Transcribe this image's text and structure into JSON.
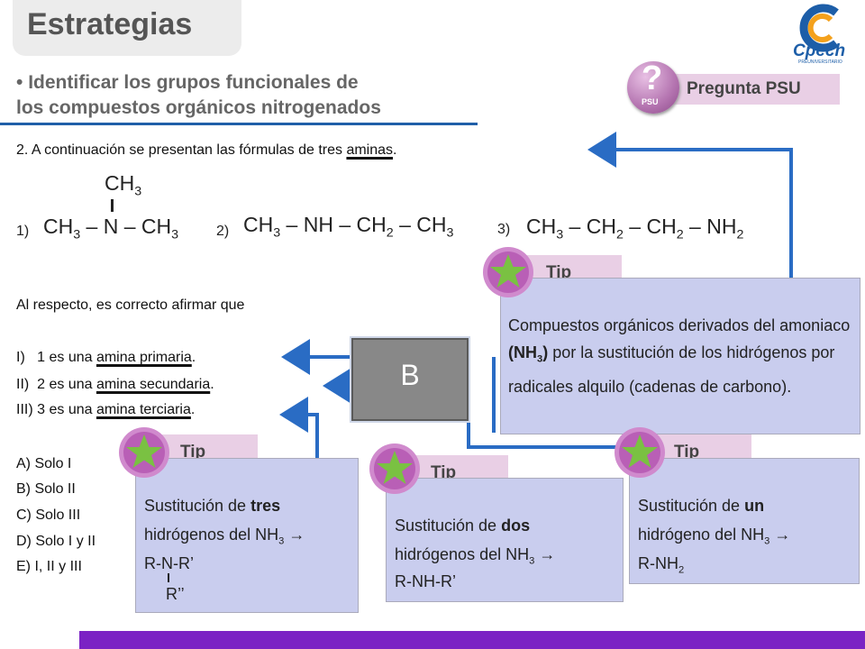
{
  "header": {
    "title": "Estrategias"
  },
  "logo": {
    "name": "Cpech",
    "tagline": "PREUNIVERSITARIO"
  },
  "subtitle": {
    "bullet": "•",
    "line1": "Identificar los grupos funcionales de",
    "line2": "los compuestos orgánicos nitrogenados"
  },
  "psu": {
    "label": "Pregunta PSU",
    "icon_glyph": "?",
    "icon_text": "PSU"
  },
  "question": {
    "text_before": "2. A continuación se presentan las fórmulas de tres ",
    "highlight": "aminas",
    "text_after": "."
  },
  "formulas": {
    "f1_num": "1)",
    "f1_top": "CH",
    "f1_top_sub": "3",
    "f1_main": "CH3 – N – CH3",
    "f2_num": "2)",
    "f3_num": "3)"
  },
  "prompt": "Al respecto, es correcto afirmar que",
  "statements": [
    {
      "num": "I)",
      "pre": "1 es una ",
      "hl": "amina primaria",
      "post": "."
    },
    {
      "num": "II)",
      "pre": "2 es una ",
      "hl": "amina secundaria",
      "post": "."
    },
    {
      "num": "III)",
      "pre": "3 es una ",
      "hl": "amina terciaria",
      "post": "."
    }
  ],
  "options": [
    "A) Solo I",
    "B) Solo II",
    "C) Solo III",
    "D) Solo I y II",
    "E) I, II y III"
  ],
  "answer": "B",
  "tips": {
    "label": "Tip",
    "t1": {
      "pre": "Compuestos orgánicos derivados del amoniaco ",
      "bold": "(NH",
      "bold_sub": "3",
      "bold_end": ")",
      "post": " por la sustitución de los hidrógenos por radicales alquilo (cadenas de carbono)."
    },
    "t2": {
      "pre": "Sustitución de ",
      "bold": "tres",
      "line2": "hidrógenos del NH",
      "sub": "3",
      "arrow": " →",
      "line3": "R-N-R’",
      "line4": "R’’"
    },
    "t3": {
      "pre": "Sustitución de ",
      "bold": "dos",
      "line2": "hidrógenos del NH",
      "sub": "3",
      "arrow": " →",
      "line3": "R-NH-R’"
    },
    "t4": {
      "pre": "Sustitución de ",
      "bold": "un",
      "line2": "hidrógeno del NH",
      "sub": "3",
      "arrow": " →",
      "line3": "R-NH",
      "line3_sub": "2"
    }
  },
  "colors": {
    "accent_blue": "#2a6cc4",
    "tip_pink": "#e9cfe5",
    "tip_box": "#c9cdee",
    "footer": "#7b22c4",
    "star": "#7ac142"
  }
}
